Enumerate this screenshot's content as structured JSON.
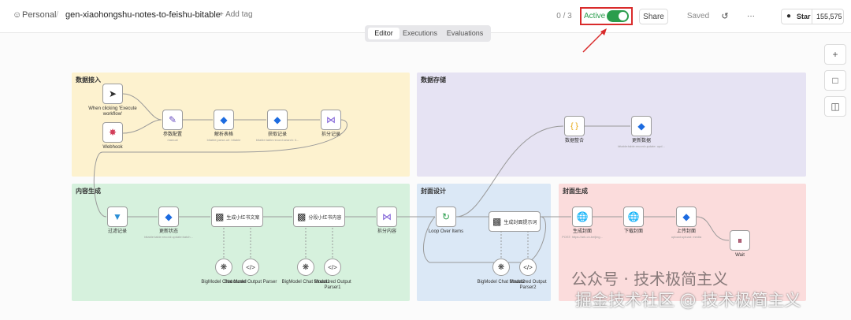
{
  "header": {
    "owner": "Personal",
    "separator": "/",
    "workflow_name": "gen-xiaohongshu-notes-to-feishu-bitable",
    "add_tag": "+ Add tag",
    "counter": "0 / 3",
    "active_label": "Active",
    "share_label": "Share",
    "saved_label": "Saved",
    "star_label": "Star",
    "star_count": "155,575"
  },
  "tabs": [
    "Editor",
    "Executions",
    "Evaluations"
  ],
  "colors": {
    "active_green": "#2a9d4c",
    "highlight_red": "#d92b2b",
    "group_input": "#fdf2cf",
    "group_storage": "#e6e3f3",
    "group_content": "#d6f1dd",
    "group_design": "#dbe8f6",
    "group_cover": "#fbdcdc"
  },
  "groups": {
    "input": "数据接入",
    "storage": "数据存储",
    "content": "内容生成",
    "design": "封面设计",
    "cover": "封面生成"
  },
  "nodes": {
    "click": "When clicking 'Execute workflow'",
    "webhook": "Webhook",
    "params": "参数配置",
    "params_sub": "manual",
    "parse": "解析表格",
    "parse_sub": "bitable:parse-url: bitable",
    "getrec": "获取记录",
    "getrec_sub": "bitable:table:record:search: li...",
    "split1": "拆分记录",
    "merge": "数据整合",
    "update": "更新数据",
    "update_sub": "bitable:table:record:update: upd...",
    "filter": "过滤记录",
    "updstatus": "更新状态",
    "updstatus_sub": "bitable:table:record:update:batch...",
    "gen_copy": "生成小红书文案",
    "gen_content": "分段小红书内容",
    "split2": "拆分内容",
    "model1": "BigModel Chat Model",
    "parser1": "Structured Output Parser",
    "model2": "BigModel Chat Model1",
    "parser2": "Structured Output Parser1",
    "loop": "Loop Over Items",
    "gen_cover_text": "生成封面提示词",
    "model3": "BigModel Chat Model2",
    "parser3": "Structured Output Parser2",
    "gen_cover": "生成封面",
    "gen_cover_sub": "POST: https://ark.cn-beijing...",
    "download": "下载封面",
    "upload": "上传封面",
    "upload_sub": "upload:upload: media",
    "wait": "Wait"
  },
  "port_labels": {
    "chat_model": "Chat Model*",
    "output_parser": "Output Parser",
    "model": "Model",
    "output_parser_short": "Output Parser"
  },
  "watermark": {
    "line1": "公众号 · 技术极简主义",
    "line2": "掘金技术社区 @ 技术极简主义"
  }
}
